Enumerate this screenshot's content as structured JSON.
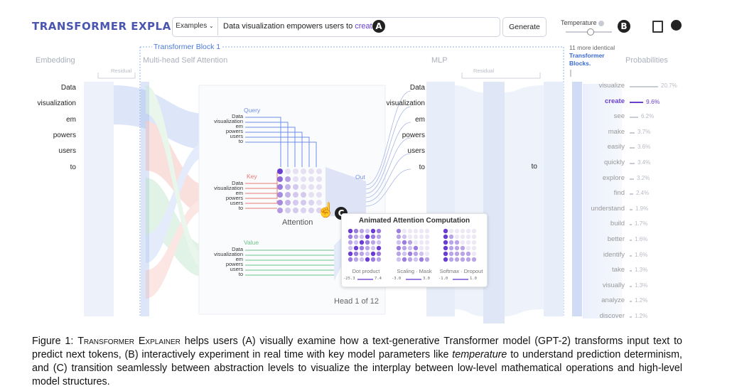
{
  "header": {
    "logo": "TRANSFORMER EXPLAINER",
    "examples_label": "Examples",
    "prompt_prefix": "Data visualization empowers users to",
    "prompt_highlight": "create",
    "generate_label": "Generate",
    "temperature_label": "Temperature",
    "badge_a": "A",
    "badge_b": "B",
    "badge_c": "C"
  },
  "diagram": {
    "block_label": "Transformer Block 1",
    "embedding_label": "Embedding",
    "attention_label": "Multi-head Self Attention",
    "mlp_label": "MLP",
    "more_blocks_line1": "11 more identical",
    "more_blocks_line2": "Transformer",
    "more_blocks_line3": "Blocks.",
    "probabilities_label": "Probabilities",
    "residual_label": "Residual",
    "residual_label_2": "Residual",
    "query_label": "Query",
    "key_label": "Key",
    "value_label": "Value",
    "out_label": "Out",
    "attention_caption": "Attention",
    "head_label": "Head 1 of 12",
    "tokens": [
      "Data",
      "visualization",
      "em",
      "powers",
      "users",
      "to"
    ],
    "qkv_tokens": [
      "Data",
      "visualization",
      "em",
      "powers",
      "users",
      "to"
    ],
    "mlp_tokens": [
      "Data",
      "visualization",
      "em",
      "powers",
      "users",
      "to"
    ],
    "last_token": "to",
    "panel": {
      "title": "Animated Attention Computation",
      "labels": [
        "Dot product",
        "Scaling · Mask",
        "Softmax · Dropout"
      ],
      "ranges": [
        [
          "-25.3",
          "7.4"
        ],
        [
          "-3.0",
          "3.0"
        ],
        [
          "-1.0",
          "1.0"
        ]
      ]
    },
    "probabilities": [
      {
        "word": "visualize",
        "pct": "20.7%",
        "value": 20.7
      },
      {
        "word": "create",
        "pct": "9.6%",
        "value": 9.6
      },
      {
        "word": "see",
        "pct": "6.2%",
        "value": 6.2
      },
      {
        "word": "make",
        "pct": "3.7%",
        "value": 3.7
      },
      {
        "word": "easily",
        "pct": "3.6%",
        "value": 3.6
      },
      {
        "word": "quickly",
        "pct": "3.4%",
        "value": 3.4
      },
      {
        "word": "explore",
        "pct": "3.2%",
        "value": 3.2
      },
      {
        "word": "find",
        "pct": "2.4%",
        "value": 2.4
      },
      {
        "word": "understand",
        "pct": "1.9%",
        "value": 1.9
      },
      {
        "word": "build",
        "pct": "1.7%",
        "value": 1.7
      },
      {
        "word": "better",
        "pct": "1.6%",
        "value": 1.6
      },
      {
        "word": "identify",
        "pct": "1.6%",
        "value": 1.6
      },
      {
        "word": "take",
        "pct": "1.3%",
        "value": 1.3
      },
      {
        "word": "visually",
        "pct": "1.3%",
        "value": 1.3
      },
      {
        "word": "analyze",
        "pct": "1.2%",
        "value": 1.2
      },
      {
        "word": "discover",
        "pct": "1.2%",
        "value": 1.2
      }
    ],
    "colors": {
      "accent": "#6a3fd0",
      "query": "#6f8fe8",
      "key": "#e8796f",
      "value": "#6cc38a",
      "flow": "#c9d6f5"
    }
  },
  "caption": {
    "fig": "Figure 1:",
    "name": "Transformer Explainer",
    "part1": " helps users (A) visually examine how a text-generative Transformer model (GPT-2) transforms input text to predict next tokens, (B) interactively experiment in real time with key model parameters like ",
    "italic": "temperature",
    "part2": " to understand prediction determinism, and (C) transition seamlessly between abstraction levels to visualize the interplay between low-level mathematical operations and high-level model structures."
  }
}
